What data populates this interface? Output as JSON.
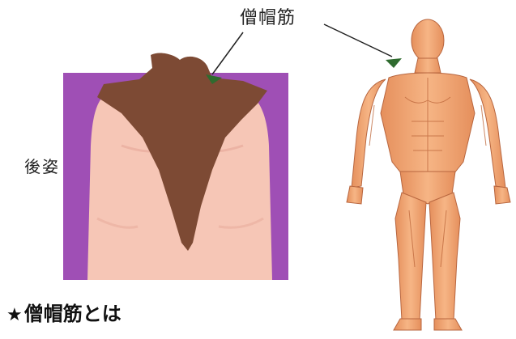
{
  "labels": {
    "muscle_name": "僧帽筋",
    "back_view": "後姿",
    "heading_star": "★",
    "heading_text": "僧帽筋とは"
  },
  "colors": {
    "panel_background": "#9f4fb5",
    "skin": "#f6c6b6",
    "trapezius_highlight": "#7d4a34",
    "marker": "#2f6b2f",
    "muscle_figure": "#e8a070"
  },
  "icons": {
    "marker": "triangle-marker-icon"
  }
}
